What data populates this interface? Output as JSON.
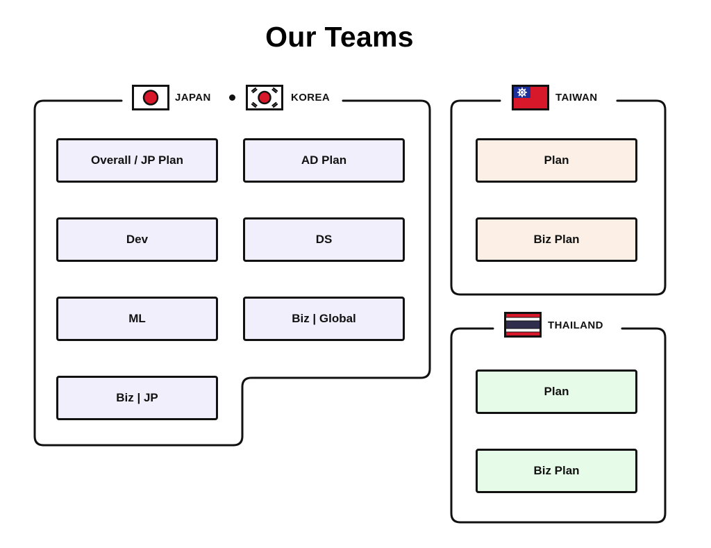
{
  "title": "Our Teams",
  "colors": {
    "outline": "#111111",
    "japan_korea_box": "#f2effc",
    "taiwan_box": "#fcefe6",
    "thailand_box": "#e7fbe9",
    "flag_red": "#d7182a",
    "flag_blue": "#1c2f9a"
  },
  "groups": {
    "japan_korea": {
      "labels": [
        "JAPAN",
        "KOREA"
      ],
      "flags": [
        "japan-flag-icon",
        "korea-flag-icon"
      ],
      "teams": [
        "Overall / JP Plan",
        "AD Plan",
        "Dev",
        "DS",
        "ML",
        "Biz | Global",
        "Biz | JP"
      ]
    },
    "taiwan": {
      "label": "TAIWAN",
      "flag": "taiwan-flag-icon",
      "teams": [
        "Plan",
        "Biz Plan"
      ]
    },
    "thailand": {
      "label": "THAILAND",
      "flag": "thailand-flag-icon",
      "teams": [
        "Plan",
        "Biz Plan"
      ]
    }
  }
}
